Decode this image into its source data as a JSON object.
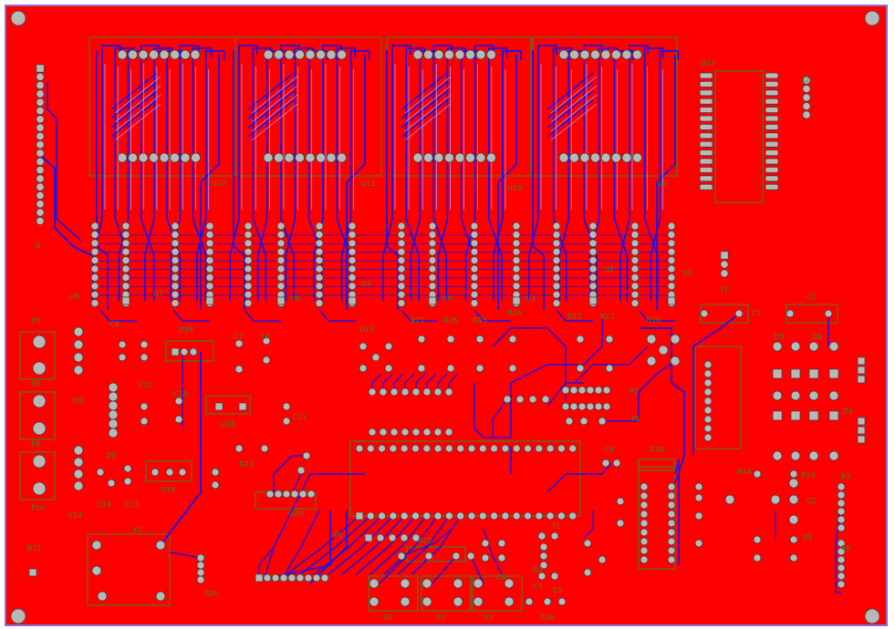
{
  "board": {
    "copper_color": "#ff0000",
    "outline_color": "#8a6fd6",
    "trace_color": "#2a10d8",
    "trace_light": "#8f7cf0",
    "silk_color": "#2e8b2e",
    "pad_color": "#b8b8b8",
    "pad_dark": "#555555"
  },
  "labels": [
    {
      "id": "lbl-j1",
      "text": "J1"
    },
    {
      "id": "lbl-u12",
      "text": "U12"
    },
    {
      "id": "lbl-u11",
      "text": "U11"
    },
    {
      "id": "lbl-u10",
      "text": "U10"
    },
    {
      "id": "lbl-u9",
      "text": "U9"
    },
    {
      "id": "lbl-u13",
      "text": "U13"
    },
    {
      "id": "lbl-j2",
      "text": "J2"
    },
    {
      "id": "lbl-j3",
      "text": "J3"
    },
    {
      "id": "lbl-u8",
      "text": "U8"
    },
    {
      "id": "lbl-u7",
      "text": "U7"
    },
    {
      "id": "lbl-u6",
      "text": "U6"
    },
    {
      "id": "lbl-u5",
      "text": "U5"
    },
    {
      "id": "lbl-u4",
      "text": "U4"
    },
    {
      "id": "lbl-u3",
      "text": "U3"
    },
    {
      "id": "lbl-u2",
      "text": "U2"
    },
    {
      "id": "lbl-u1",
      "text": "U1"
    },
    {
      "id": "lbl-c1",
      "text": "C1"
    },
    {
      "id": "lbl-c2",
      "text": "C2"
    },
    {
      "id": "lbl-p7",
      "text": "P7"
    },
    {
      "id": "lbl-d8",
      "text": "D8"
    },
    {
      "id": "lbl-c8",
      "text": "C8"
    },
    {
      "id": "lbl-u16",
      "text": "U16"
    },
    {
      "id": "lbl-c7",
      "text": "C7"
    },
    {
      "id": "lbl-c6",
      "text": "C6"
    },
    {
      "id": "lbl-u15",
      "text": "U15"
    },
    {
      "id": "lbl-r27",
      "text": "R27"
    },
    {
      "id": "lbl-r26",
      "text": "R26"
    },
    {
      "id": "lbl-r25",
      "text": "R25"
    },
    {
      "id": "lbl-r24",
      "text": "R24"
    },
    {
      "id": "lbl-p6",
      "text": "P6"
    },
    {
      "id": "lbl-d9",
      "text": "D9"
    },
    {
      "id": "lbl-c12",
      "text": "C12"
    },
    {
      "id": "lbl-c10",
      "text": "C10"
    },
    {
      "id": "lbl-u18",
      "text": "U18"
    },
    {
      "id": "lbl-c11",
      "text": "C11"
    },
    {
      "id": "lbl-p8",
      "text": "P8"
    },
    {
      "id": "lbl-p10",
      "text": "P10"
    },
    {
      "id": "lbl-u14",
      "text": "U14"
    },
    {
      "id": "lbl-c14",
      "text": "C14"
    },
    {
      "id": "lbl-c13",
      "text": "C13"
    },
    {
      "id": "lbl-u19",
      "text": "U19"
    },
    {
      "id": "lbl-r21",
      "text": "R21"
    },
    {
      "id": "lbl-r20",
      "text": "R20"
    },
    {
      "id": "lbl-k1",
      "text": "K1"
    },
    {
      "id": "lbl-u20",
      "text": "U20"
    },
    {
      "id": "lbl-r23",
      "text": "R23"
    },
    {
      "id": "lbl-p5",
      "text": "P5"
    },
    {
      "id": "lbl-c9",
      "text": "C9"
    },
    {
      "id": "lbl-r22",
      "text": "R22"
    },
    {
      "id": "lbl-y1",
      "text": "Y1"
    },
    {
      "id": "lbl-d7",
      "text": "D7"
    },
    {
      "id": "lbl-c3",
      "text": "C3"
    },
    {
      "id": "lbl-r18",
      "text": "R18"
    },
    {
      "id": "lbl-r12",
      "text": "R12"
    },
    {
      "id": "lbl-r17",
      "text": "R17"
    },
    {
      "id": "lbl-d10",
      "text": "D10"
    },
    {
      "id": "lbl-p2",
      "text": "P2"
    },
    {
      "id": "lbl-p1",
      "text": "P1"
    },
    {
      "id": "lbl-p3",
      "text": "P3"
    },
    {
      "id": "lbl-p4",
      "text": "P4"
    },
    {
      "id": "lbl-d5",
      "text": "D5"
    },
    {
      "id": "lbl-d6",
      "text": "D6"
    },
    {
      "id": "lbl-d1",
      "text": "D1"
    },
    {
      "id": "lbl-r14",
      "text": "R14"
    },
    {
      "id": "lbl-r1",
      "text": "R1"
    },
    {
      "id": "lbl-q1",
      "text": "Q1"
    },
    {
      "id": "lbl-s1",
      "text": "S1"
    },
    {
      "id": "lbl-s2",
      "text": "S2"
    },
    {
      "id": "lbl-s3",
      "text": "S3"
    },
    {
      "id": "lbl-c4",
      "text": "C4"
    },
    {
      "id": "lbl-c5",
      "text": "C5"
    },
    {
      "id": "lbl-r16",
      "text": "R16"
    },
    {
      "id": "lbl-r15",
      "text": "R15"
    }
  ]
}
